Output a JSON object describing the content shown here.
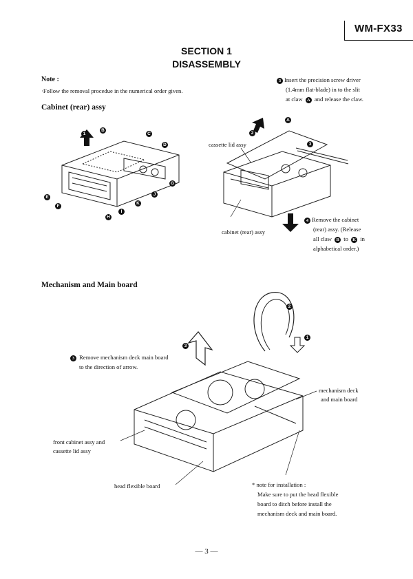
{
  "header": {
    "model": "WM-FX33"
  },
  "section": {
    "number": "SECTION 1",
    "title": "DISASSEMBLY"
  },
  "note": {
    "heading": "Note :",
    "text": "·Follow the removal procedue in the numerical order given."
  },
  "step3_top": {
    "badge": "3",
    "line1": "Insert the precision screw driver",
    "line2": "(1.4mm flat-blade) in to the slit",
    "line3a": "at claw",
    "claw": "A",
    "line3b": "and release the claw."
  },
  "cabinet": {
    "heading": "Cabinet (rear) assy",
    "fig1_labels": {
      "step1": "1",
      "b": "B",
      "c": "C",
      "d": "D",
      "e": "E",
      "f": "F",
      "g": "G",
      "h": "H",
      "i": "I",
      "j": "J",
      "k": "K"
    },
    "fig2_labels": {
      "step2": "2",
      "a": "A",
      "three": "3",
      "cassette_lid": "cassette lid assy",
      "cabinet_rear": "cabinet (rear) assy"
    },
    "step4": {
      "badge": "4",
      "line1": "Remove the cabinet",
      "line2": "(rear)  assy.  (Release",
      "line3a": "all claw",
      "from": "B",
      "to_word": "to",
      "to": "K",
      "line3b": "in",
      "line4": "alphabetical order.)"
    }
  },
  "mechanism": {
    "heading": "Mechanism and Main board",
    "step3": {
      "badge": "3",
      "line1": "Remove mechanism deck main board",
      "line2": "to the direction of arrow."
    },
    "fig_labels": {
      "one": "1",
      "two": "2",
      "three": "3"
    },
    "labels": {
      "mech_deck_1": "mechanism deck",
      "mech_deck_2": "and main board",
      "front_cab_1": "front cabinet assy and",
      "front_cab_2": "cassette lid assy",
      "head_flex": "head flexible board"
    },
    "install_note": {
      "star": "*",
      "title": "note for installation :",
      "line1": "Make  sure  to  put  the  head  flexible",
      "line2": "board  to  ditch  before  install  the",
      "line3": "mechanism deck and main board."
    }
  },
  "footer": {
    "page": "— 3 —"
  }
}
